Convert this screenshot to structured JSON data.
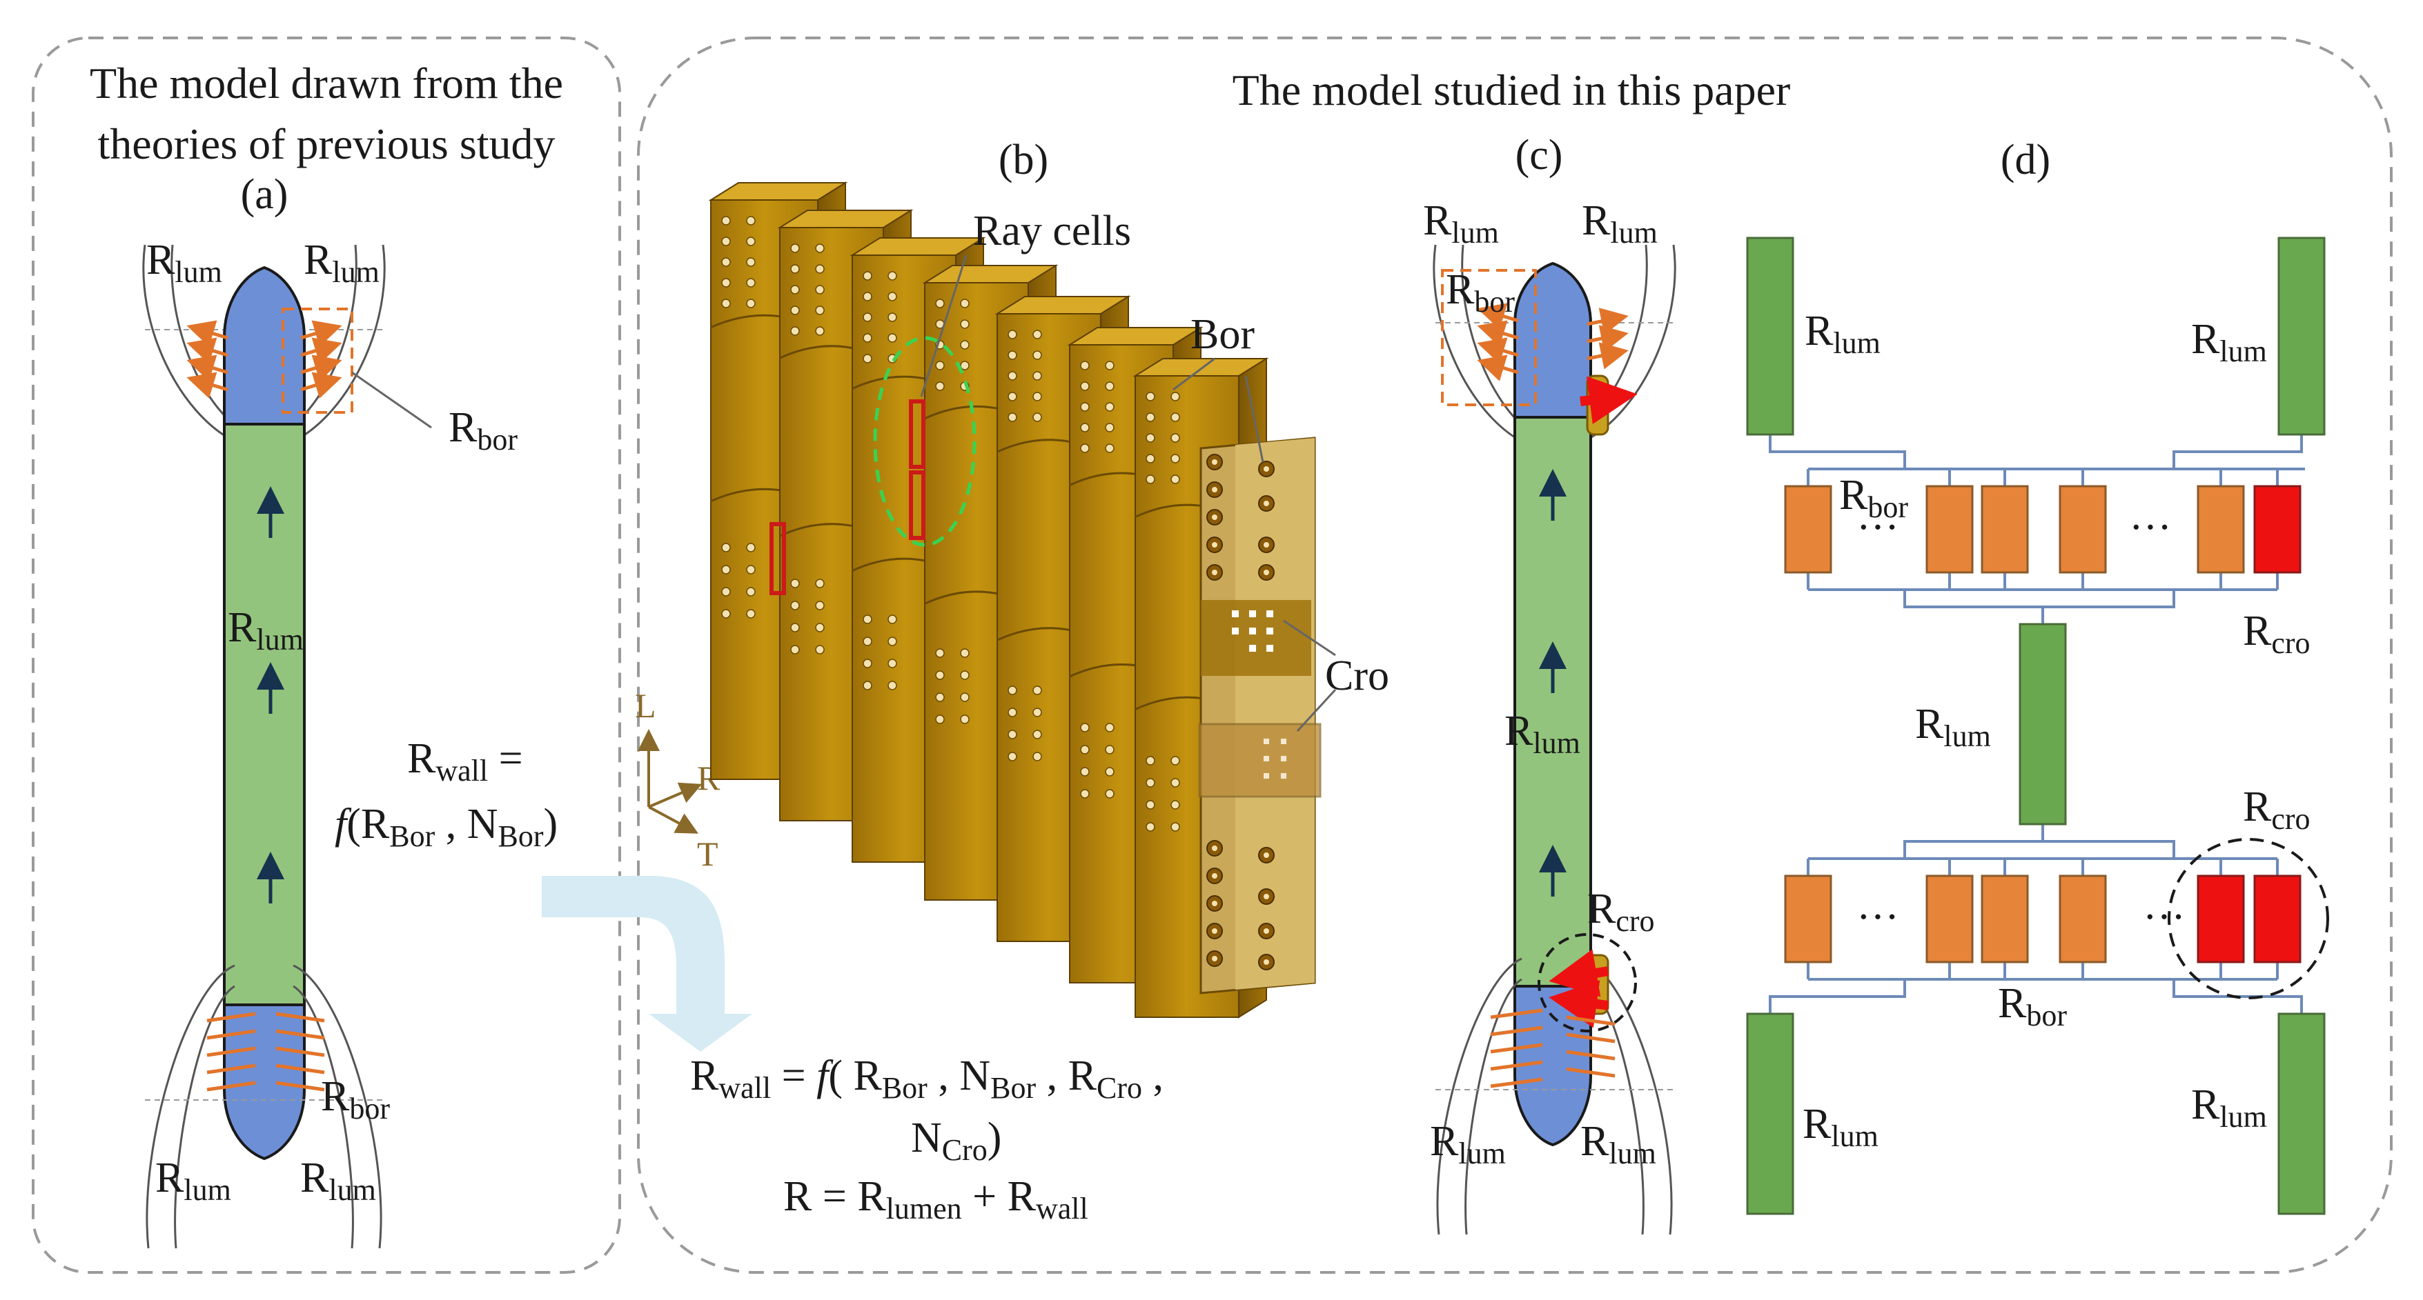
{
  "left_box": {
    "title_line1": "The model drawn from the",
    "title_line2": "theories of previous study",
    "panel_label": "(a)"
  },
  "right_box": {
    "title": "The model studied in this paper"
  },
  "panels": {
    "b": "(b)",
    "c": "(c)",
    "d": "(d)"
  },
  "symbols": {
    "R": "R",
    "lum": "lum",
    "bor": "bor",
    "cro": "cro",
    "wall": "wall",
    "lumen": "lumen",
    "Bor": "Bor",
    "Cro": "Cro",
    "ellipsis": "···"
  },
  "panel_a": {
    "formula_line1_tail": " =",
    "formula_line2_f": "f",
    "formula_line2_open": "(R",
    "formula_line2_mid": " , N",
    "formula_line2_close": ")"
  },
  "panel_b": {
    "ray_cells": "Ray cells",
    "bor": "Bor",
    "cro": "Cro",
    "axis_L": "L",
    "axis_R": "R",
    "axis_T": "T"
  },
  "formula_bottom": {
    "line1_a": " = ",
    "line1_f": "f",
    "line1_b": "( R",
    "line1_c": " , N",
    "line1_d": " , R",
    "line1_e": " ,",
    "line2_a": "N",
    "line2_b": ")",
    "line3_a": "R = R",
    "line3_b": " + R"
  },
  "colors": {
    "lumen_green": "#93c47d",
    "pit_blue": "#6d8fd6",
    "bordered_orange": "#e6843a",
    "crossfield_red": "#ee1111",
    "network_green": "#6aa84f",
    "wood_gold": "#b8860b",
    "arrow_light_blue": "#d6ebf3",
    "dashed_frame": "#9a9a9a"
  }
}
